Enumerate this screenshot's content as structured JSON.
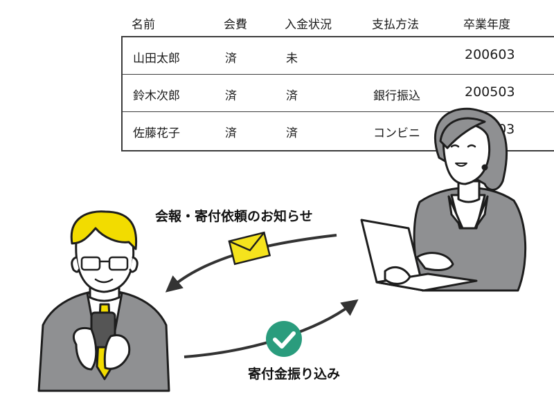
{
  "table": {
    "headers": [
      "名前",
      "会費",
      "入金状況",
      "支払方法",
      "卒業年度"
    ],
    "rows": [
      [
        "山田太郎",
        "済",
        "未",
        "",
        "200603"
      ],
      [
        "鈴木次郎",
        "済",
        "済",
        "銀行振込",
        "200503"
      ],
      [
        "佐藤花子",
        "済",
        "済",
        "コンビニ",
        "003"
      ]
    ]
  },
  "flow": {
    "top_caption": "会報・寄付依頼のお知らせ",
    "bottom_caption": "寄付金振り込み"
  },
  "colors": {
    "envelope": "#f5e31d",
    "check_badge": "#2a9c7d",
    "hair_man": "#f2dc00",
    "suit": "#8f9092",
    "tie": "#f2dc00"
  },
  "icons": [
    "envelope-icon",
    "check-icon",
    "arrow-left-icon",
    "arrow-right-icon"
  ]
}
